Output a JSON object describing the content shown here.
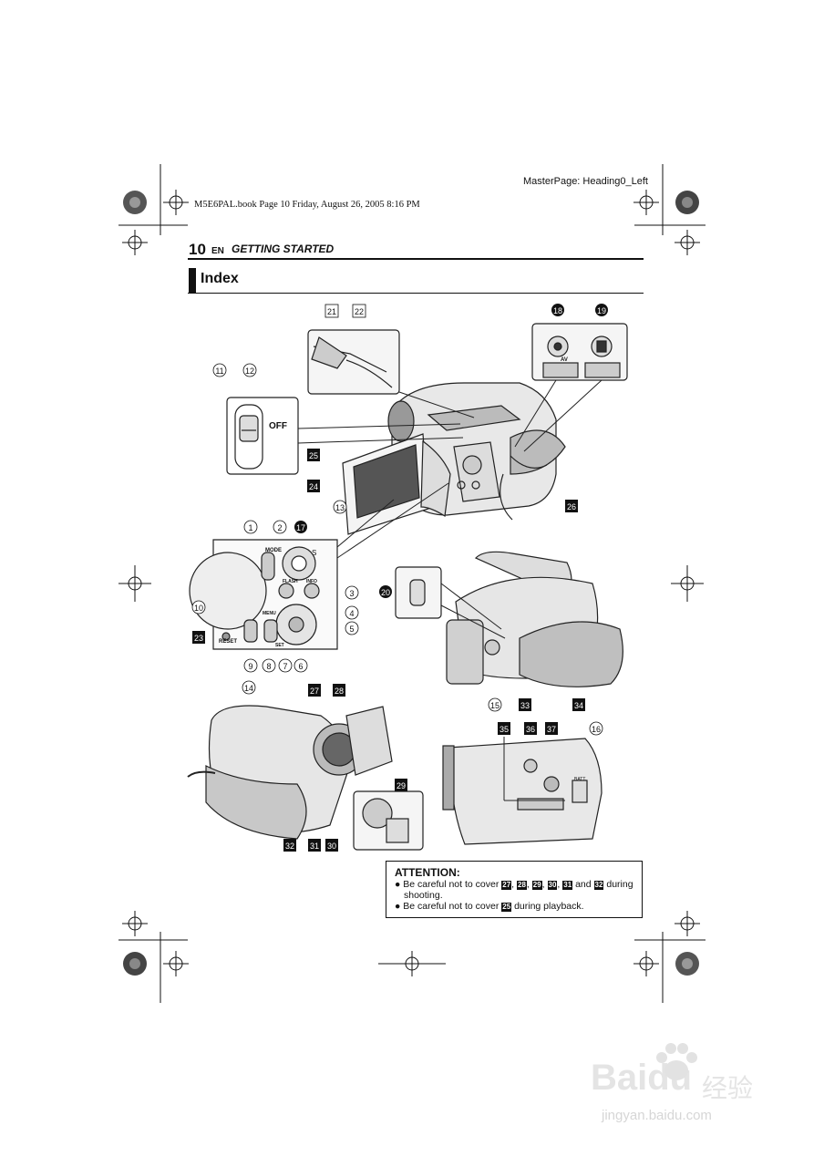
{
  "header": {
    "master_page": "MasterPage: Heading0_Left",
    "file_info": "M5E6PAL.book  Page 10  Friday, August 26, 2005  8:16 PM"
  },
  "page": {
    "number": "10",
    "lang": "EN",
    "section": "GETTING STARTED",
    "title": "Index"
  },
  "switch_labels": {
    "off": "OFF",
    "mode": "MODE",
    "flash": "FLASH",
    "info": "INFO",
    "menu": "MENU",
    "set": "SET",
    "reset": "RESET",
    "av": "AV",
    "s": "S",
    "batt": "BATT."
  },
  "callouts": {
    "circled": [
      "①",
      "②",
      "③",
      "④",
      "⑤",
      "⑥",
      "⑦",
      "⑧",
      "⑨",
      "⑩",
      "⑪",
      "⑫",
      "⑬",
      "⑭",
      "⑮",
      "⑯"
    ],
    "filled_circle": [
      "17",
      "18",
      "19",
      "20"
    ],
    "boxed_outline": [
      "21",
      "22"
    ],
    "boxed_filled": [
      "23",
      "24",
      "25",
      "26",
      "27",
      "28",
      "29",
      "30",
      "31",
      "32",
      "33",
      "34",
      "35",
      "36",
      "37"
    ]
  },
  "attention": {
    "title": "ATTENTION:",
    "item1_prefix": "Be careful not to cover",
    "item1_refs": [
      "27",
      "28",
      "29",
      "30",
      "31",
      "32"
    ],
    "item1_and": "and",
    "item1_suffix": "during",
    "item1_line2": "shooting.",
    "item2_prefix": "Be careful not to cover",
    "item2_ref": "25",
    "item2_suffix": "during playback."
  },
  "watermark": {
    "brand": "Baidu",
    "cn": "经验",
    "url": "jingyan.baidu.com"
  }
}
